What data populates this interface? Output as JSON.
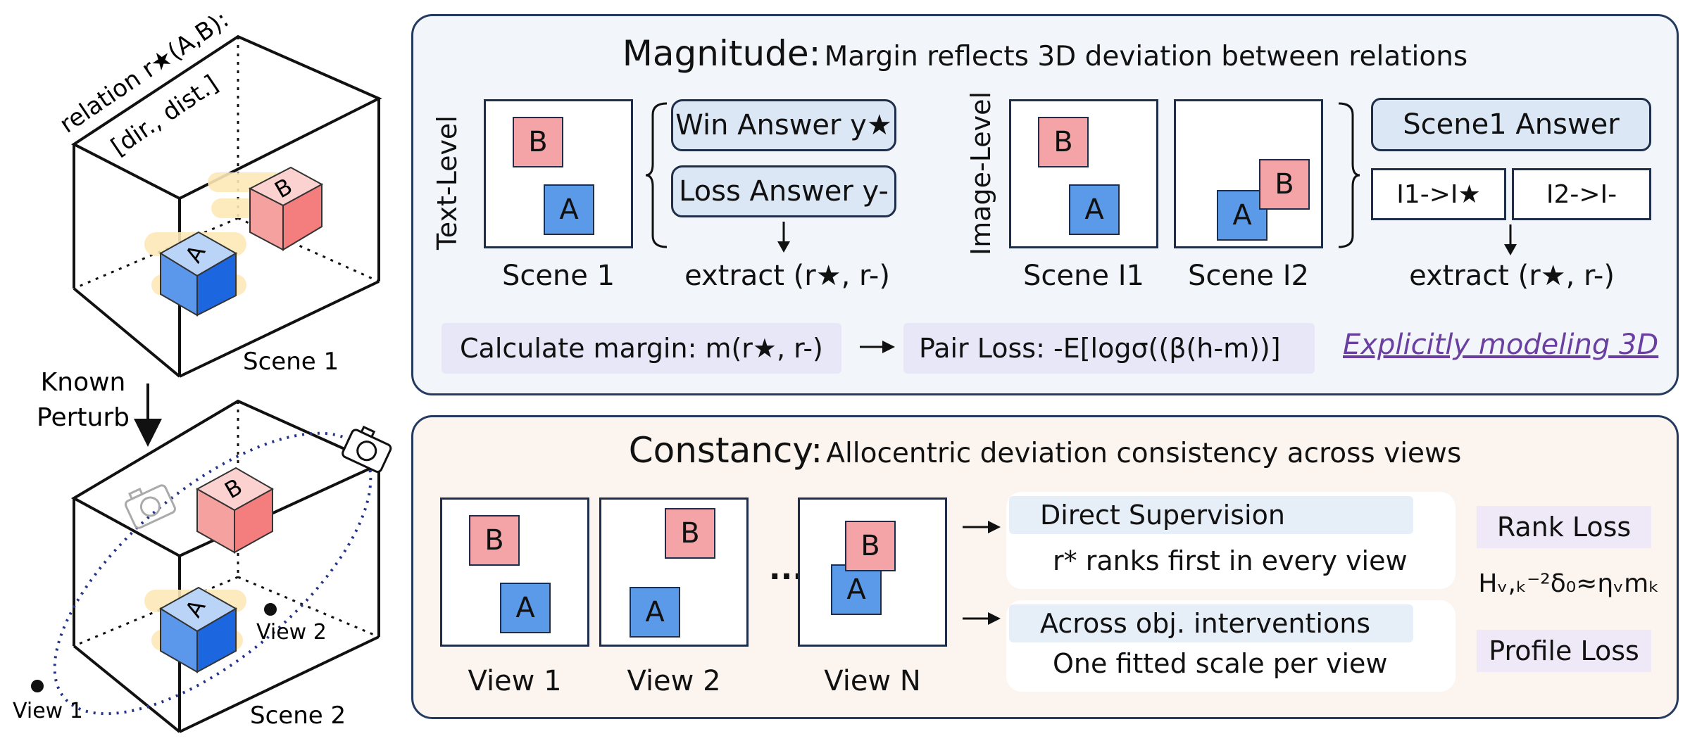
{
  "left": {
    "relation_label": "relation r★(A,B):",
    "relation_sub": "[dir., dist.]",
    "scene1_label": "Scene 1",
    "scene2_label": "Scene 2",
    "perturb_line1": "Known",
    "perturb_line2": "Perturb",
    "view1": "View 1",
    "view2": "View 2",
    "cube_a": "A",
    "cube_b": "B"
  },
  "magnitude": {
    "title": "Magnitude:",
    "subtitle": "Margin reflects 3D deviation between relations",
    "text_level": "Text-Level",
    "image_level": "Image-Level",
    "scene1": "Scene 1",
    "scene_i1": "Scene I1",
    "scene_i2": "Scene I2",
    "win_answer": "Win Answer y★",
    "loss_answer": "Loss Answer y-",
    "extract": "extract (r★, r-)",
    "scene1_answer": "Scene1 Answer",
    "i1": "I1->I★",
    "i2": "I2->I-",
    "extract2": "extract (r★, r-)",
    "calc_margin": "Calculate margin: m(r★, r-)",
    "pair_loss": "Pair Loss: -E[logσ((β(h-m))]",
    "explicit": "Explicitly modeling 3D",
    "a": "A",
    "b": "B"
  },
  "constancy": {
    "title": "Constancy:",
    "subtitle": "Allocentric deviation consistency across views",
    "view1": "View 1",
    "view2": "View 2",
    "viewN": "View N",
    "ellipsis": "...",
    "direct_supervision": "Direct Supervision",
    "ranks_first": "r* ranks first in every view",
    "across_obj": "Across obj. interventions",
    "one_scale": "One fitted scale per view",
    "rank_loss": "Rank Loss",
    "formula": "Hᵥ,ₖ⁻²δ₀≈ηᵥmₖ",
    "profile_loss": "Profile Loss",
    "a": "A",
    "b": "B"
  },
  "colors": {
    "box_b": "#f4a3a6",
    "box_a": "#5b9ae8",
    "panel_border": "#243a5e",
    "magnitude_bg": "#f2f6fb",
    "constancy_bg": "#fcf5ef",
    "explicit_text": "#6b3fa0"
  }
}
